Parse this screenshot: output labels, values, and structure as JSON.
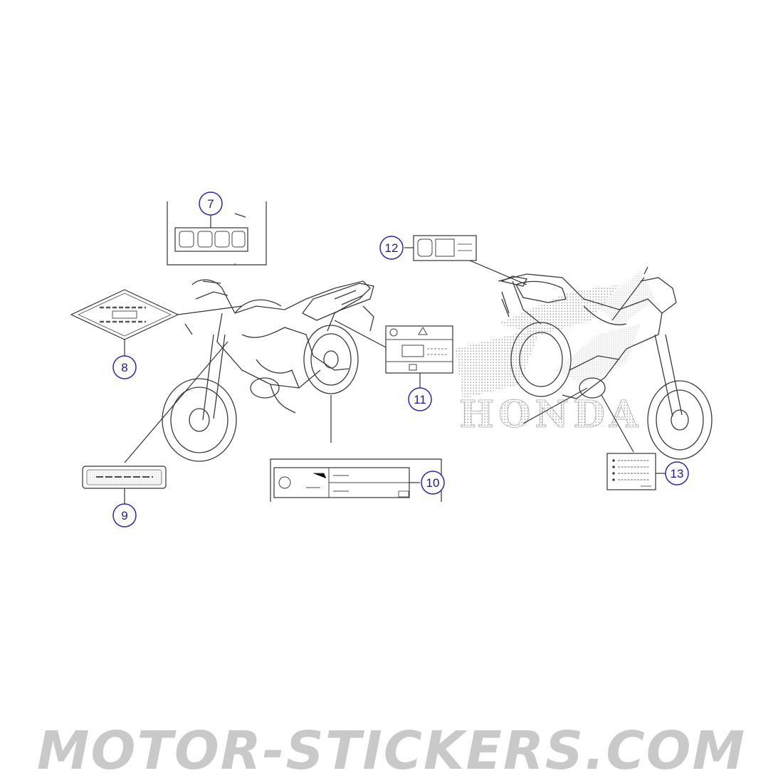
{
  "callouts": {
    "c7": "7",
    "c8": "8",
    "c9": "9",
    "c10": "10",
    "c11": "11",
    "c12": "12",
    "c13": "13"
  },
  "logo_text": "HONDA",
  "watermark_text": "MOTOR-STICKERS.COM",
  "colors": {
    "callout_circle": "#2a2aa8",
    "callout_text": "#1a1a8c",
    "line": "#333333",
    "watermark": "#c9c9c9",
    "stipple": "#9a9a9a"
  }
}
